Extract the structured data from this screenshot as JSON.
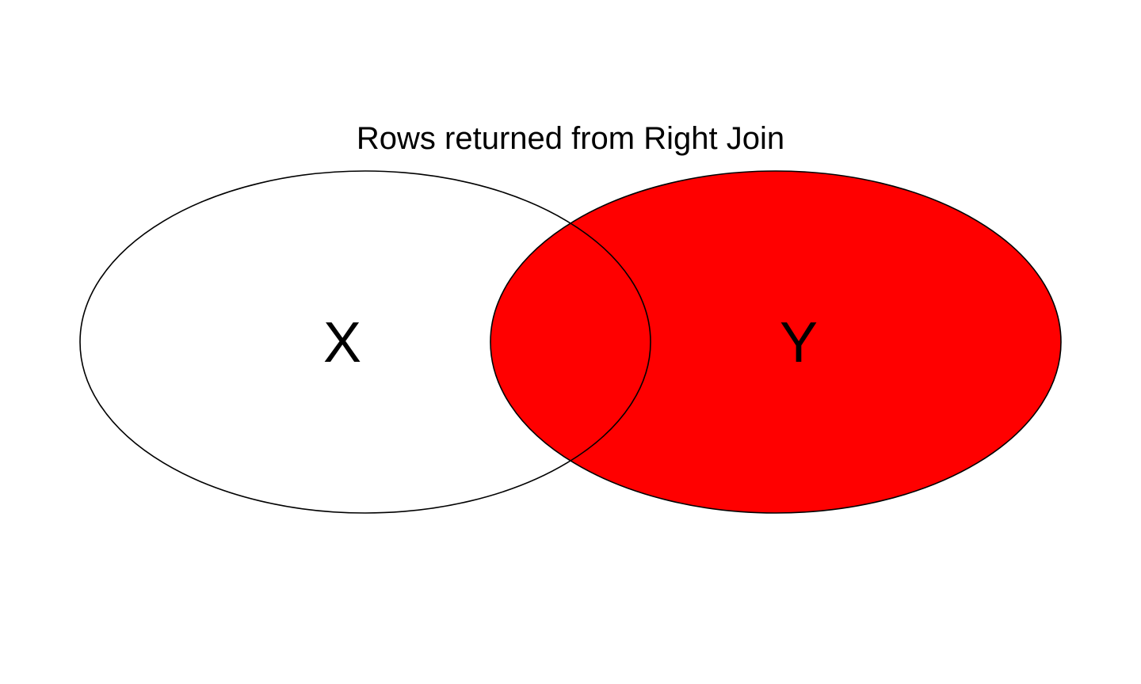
{
  "title": "Rows returned from Right Join",
  "sets": [
    {
      "label": "X",
      "highlighted": false
    },
    {
      "label": "Y",
      "highlighted": true
    }
  ],
  "colors": {
    "background": "#ffffff",
    "highlight_fill": "#ff0000",
    "outline": "#000000",
    "text": "#000000"
  }
}
